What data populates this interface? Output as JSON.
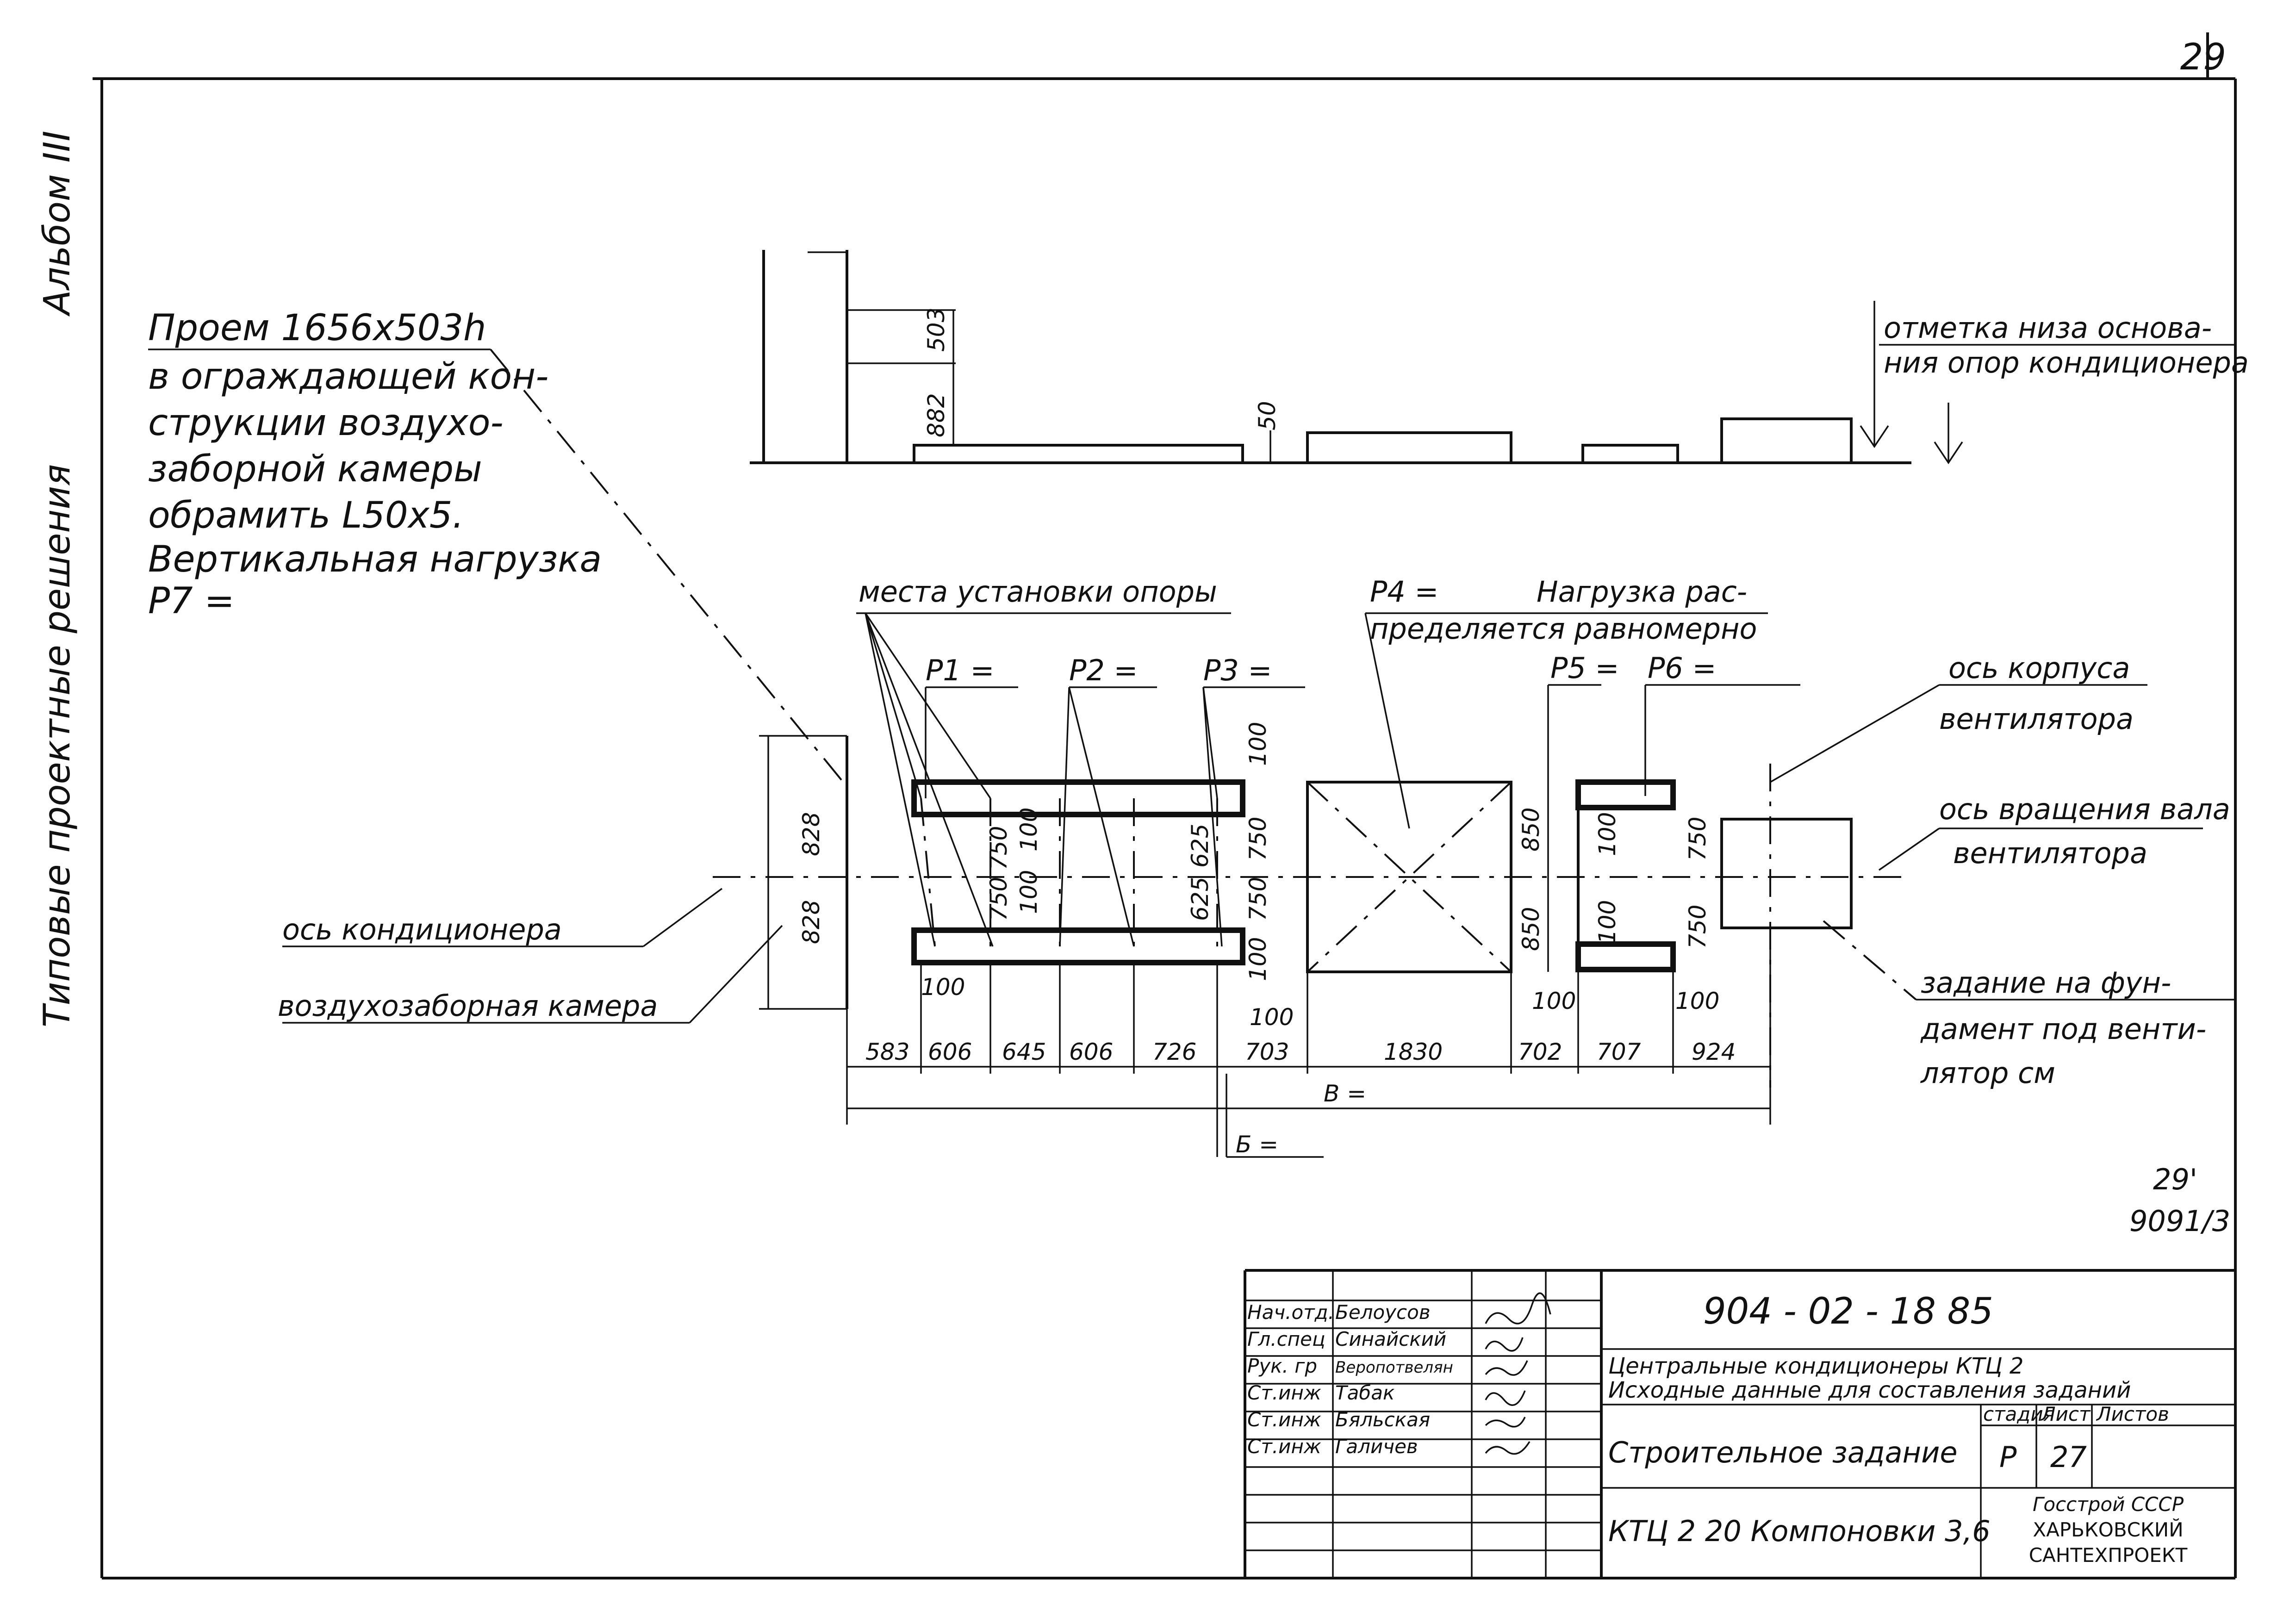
{
  "sheet": {
    "page_number": "29",
    "album": "Альбом III",
    "series": "Типовые проектные решения",
    "code_small": "29'",
    "inventory": "9091/3"
  },
  "notes": {
    "opening": [
      "Проем 1656х503h",
      "в ограждающей кон-",
      "струкции воздухо-",
      "заборной камеры",
      "обрамить L50x5.",
      "Вертикальная нагрузка",
      "P7 ="
    ],
    "mark_line1": "отметка низа основа-",
    "mark_line2": "ния опор кондиционера",
    "supports": "места установки опоры",
    "p4": "P4 =",
    "load_line1": "Нагрузка рас-",
    "load_line2": "пределяется равномерно",
    "p1": "P1 =",
    "p2": "P2 =",
    "p3": "P3 =",
    "p5": "P5 =",
    "p6": "P6 =",
    "fan_axis1": "ось корпуса",
    "fan_axis2": "вентилятора",
    "shaft_axis1": "ось вращения вала",
    "shaft_axis2": "вентилятора",
    "cond_axis": "ось кондиционера",
    "intake": "воздухозаборная камера",
    "task1": "задание на фун-",
    "task2": "дамент под венти-",
    "task3": "лятор см",
    "b_total": "В =",
    "b_part": "Б ="
  },
  "dims": {
    "elev_503": "503",
    "elev_882": "882",
    "elev_50": "50",
    "bottom_chain": [
      "583",
      "606",
      "645",
      "606",
      "726",
      "703",
      "1830",
      "702",
      "707",
      "924"
    ],
    "left_828a": "828",
    "left_828b": "828",
    "v750a": "750",
    "v100a": "100",
    "v750b": "750",
    "v100b": "100",
    "v625a": "625",
    "v625b": "625",
    "v100top": "100",
    "v750c": "750",
    "v750d": "750",
    "v100bot": "100",
    "v850a": "850",
    "v850b": "850",
    "v100c": "100",
    "v100d": "100",
    "v750e": "750",
    "v750f": "750",
    "h100a": "100",
    "h100b": "100",
    "h100c": "100",
    "h100d": "100"
  },
  "title_block": {
    "doc_number": "904 - 02 - 18 85",
    "title_line1": "Центральные кондиционеры КТЦ 2",
    "title_line2": "Исходные данные для составления заданий",
    "sheet_name": "Строительное задание",
    "config": "КТЦ 2 20 Компоновки 3,6",
    "stage_label": "стадия",
    "sheet_label": "Лист",
    "sheets_label": "Листов",
    "stage": "Р",
    "sheet_no": "27",
    "org1": "Госстрой СССР",
    "org2": "ХАРЬКОВСКИЙ",
    "org3": "САНТЕХПРОЕКТ",
    "roles": [
      "Нач.отд.",
      "Гл.спец",
      "Рук. гр",
      "Ст.инж",
      "Ст.инж",
      "Ст.инж"
    ],
    "names": [
      "Белоусов",
      "Синайский",
      "Веропотвелян",
      "Табак",
      "Бяльская",
      "Галичев"
    ]
  }
}
